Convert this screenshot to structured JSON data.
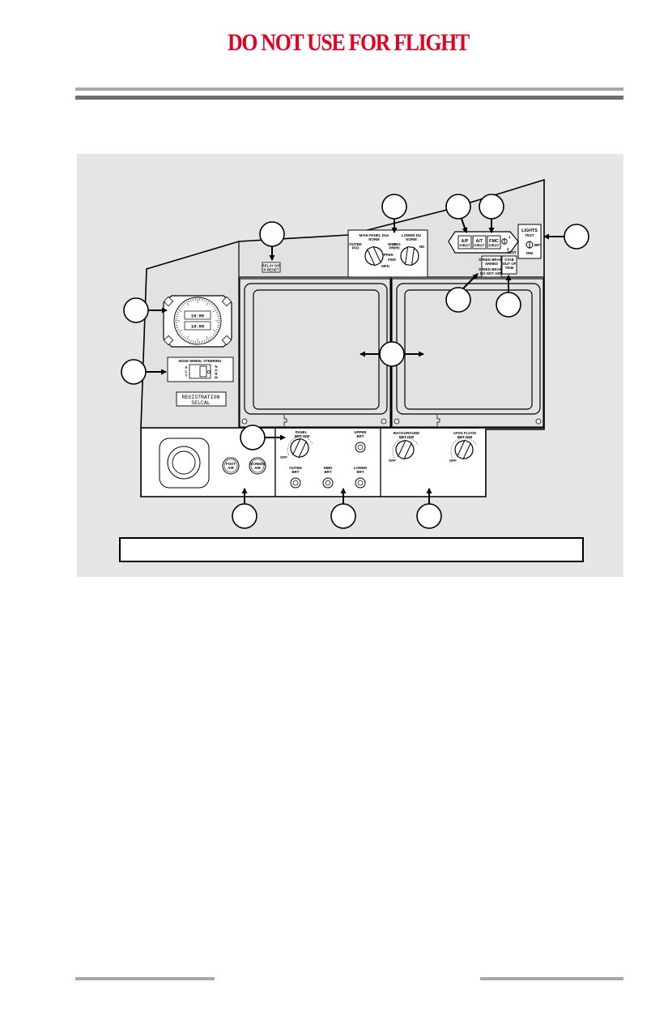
{
  "header": {
    "warning": "DO NOT USE FOR FLIGHT"
  },
  "figure": {
    "caption": "",
    "labels": {
      "reset_lines": [
        "RELAY D/S",
        "P-RESET"
      ],
      "main_panel_du_title": [
        "MAIN PANEL DUs",
        "NORM"
      ],
      "main_panel_du_opts": {
        "outbd": "OUTBD",
        "pfd": "PFD",
        "eng": "ENG",
        "pri": "PRI",
        "upper": "UPPER",
        "fwd": "FWD",
        "mfd": "MFD"
      },
      "lower_du_title": [
        "LOWER DU",
        "NORM"
      ],
      "lower_du_opts": {
        "eng": "ENG",
        "pri": "PRI",
        "nd": "ND"
      },
      "annun_ap": [
        "A/P",
        "P/RST"
      ],
      "annun_at": [
        "A/T",
        "P/RST"
      ],
      "annun_fmc": [
        "FMC",
        "P/RST"
      ],
      "test_labels": {
        "one": "1",
        "two": "2",
        "test": "TEST"
      },
      "lights_test": [
        "LIGHTS",
        "TEST"
      ],
      "lights_pos": {
        "brt": "BRT",
        "dim": "DIM"
      },
      "speed_brake_lines": [
        "SPEED BRAKE",
        "ARMED",
        "SPEED BRAKE",
        "DO NOT ARM"
      ],
      "stab_lines": [
        "STAB",
        "OUT OF",
        "TRIM"
      ],
      "clock_digits": [
        "18:88",
        "18:88"
      ],
      "nose_wheel_title": "NOSE WHEEL STEERING",
      "nose_wheel_left": [
        "A",
        "L",
        "T"
      ],
      "nose_wheel_right": [
        "N",
        "O",
        "R",
        "M"
      ],
      "nose_wheel_knob": "O",
      "registration": [
        "REGISTRATION",
        "SELCAL"
      ],
      "panel_brt": [
        "PANEL",
        "BRT DIM"
      ],
      "off": "OFF",
      "upper_brt": [
        "UPPER",
        "BRT"
      ],
      "outbd_brt": [
        "OUTBD",
        "BRT"
      ],
      "inbd_brt": [
        "INBD",
        "BRT"
      ],
      "lower_brt": [
        "LOWER",
        "BRT"
      ],
      "background_brt": [
        "BACKGROUND",
        "BRT DIM"
      ],
      "afds_flood": [
        "AFDS FLOOD",
        "BRT DIM"
      ],
      "foot_air": [
        "FOOT",
        "AIR"
      ],
      "screen_air": [
        "SCREEN",
        "AIR"
      ]
    }
  }
}
